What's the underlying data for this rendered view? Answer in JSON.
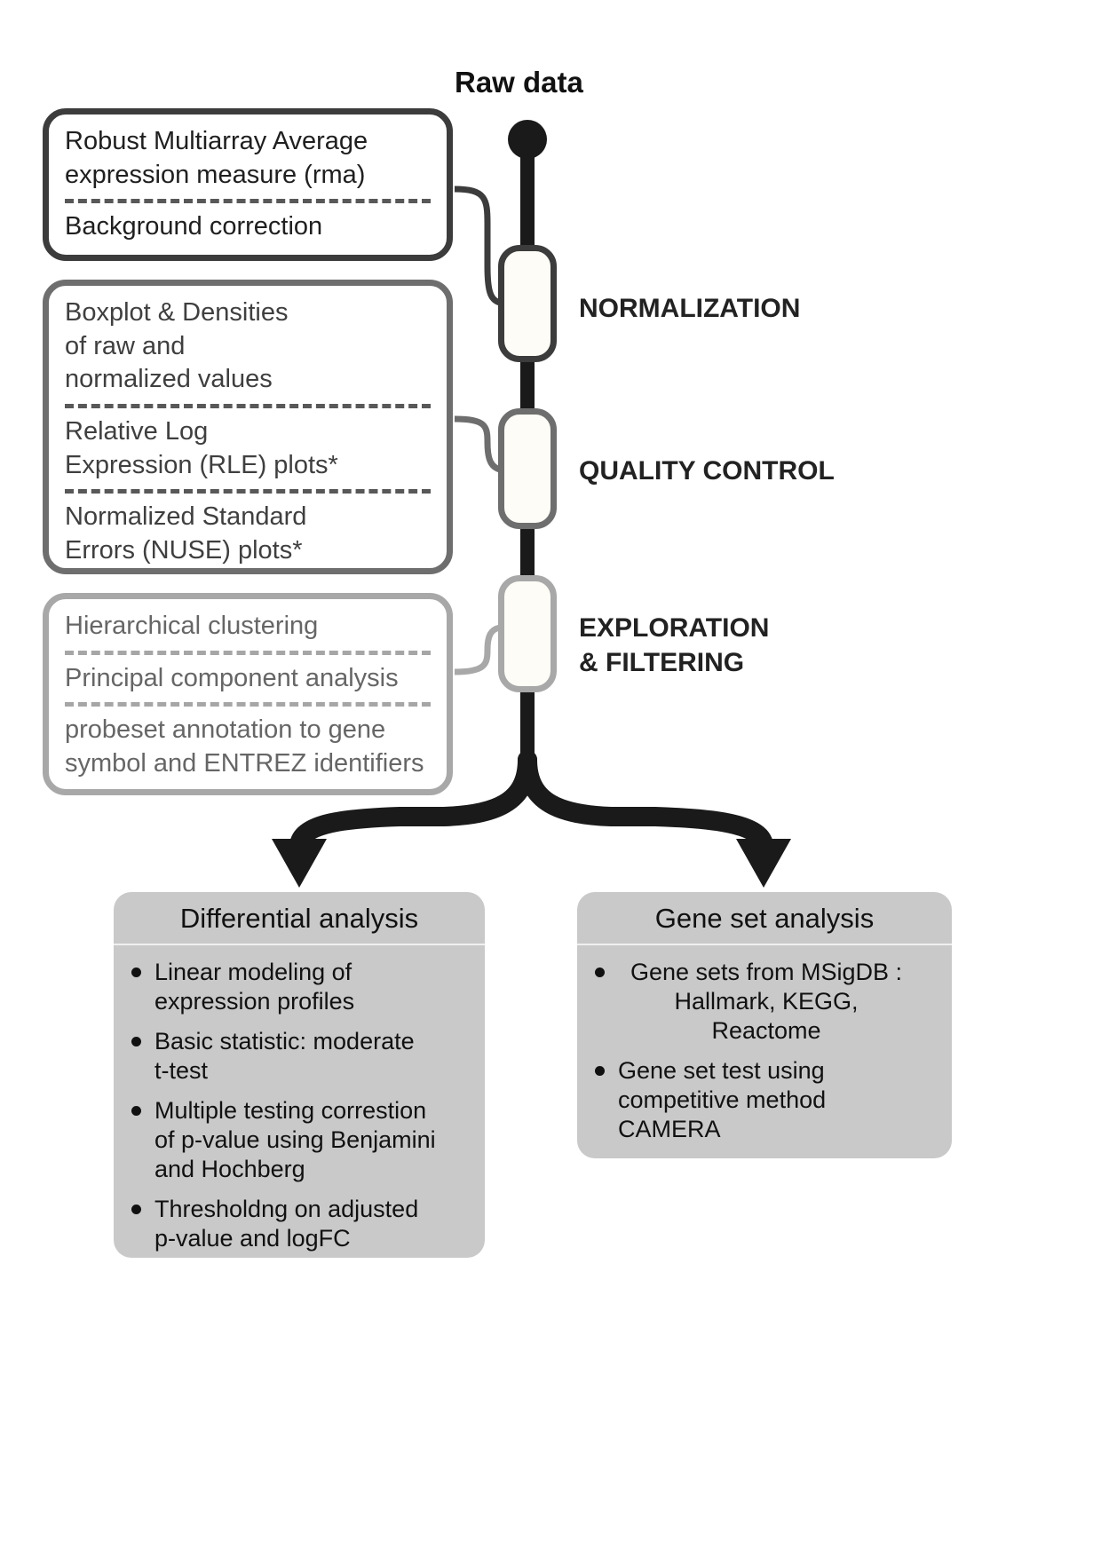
{
  "header": {
    "raw_data_label": "Raw data"
  },
  "stages": [
    {
      "label": "NORMALIZATION",
      "color": "#3c3c3c",
      "items": [
        "Robust Multiarray Average\nexpression measure (rma)",
        "Background correction"
      ]
    },
    {
      "label": "QUALITY CONTROL",
      "color": "#6e6e6e",
      "items": [
        "Boxplot & Densities\nof raw and\nnormalized values",
        "Relative Log\nExpression (RLE) plots*",
        "Normalized Standard\nErrors (NUSE) plots*"
      ]
    },
    {
      "label": "EXPLORATION\n& FILTERING",
      "color": "#a8a8a8",
      "items": [
        "Hierarchical clustering",
        "Principal component analysis",
        "probeset annotation to gene\nsymbol and ENTREZ identifiers"
      ]
    }
  ],
  "flow": {
    "line_color": "#1a1a1a"
  },
  "outputs": [
    {
      "title": "Differential analysis",
      "bullets": [
        "Linear modeling of\nexpression profiles",
        "Basic statistic: moderate\nt-test",
        "Multiple testing correstion\nof p-value using Benjamini\nand Hochberg",
        "Thresholdng on adjusted\np-value and logFC"
      ]
    },
    {
      "title": "Gene set analysis",
      "bullets": [
        "Gene sets from MSigDB :\nHallmark, KEGG,\nReactome",
        "Gene set test using\ncompetitive method\nCAMERA"
      ]
    }
  ]
}
